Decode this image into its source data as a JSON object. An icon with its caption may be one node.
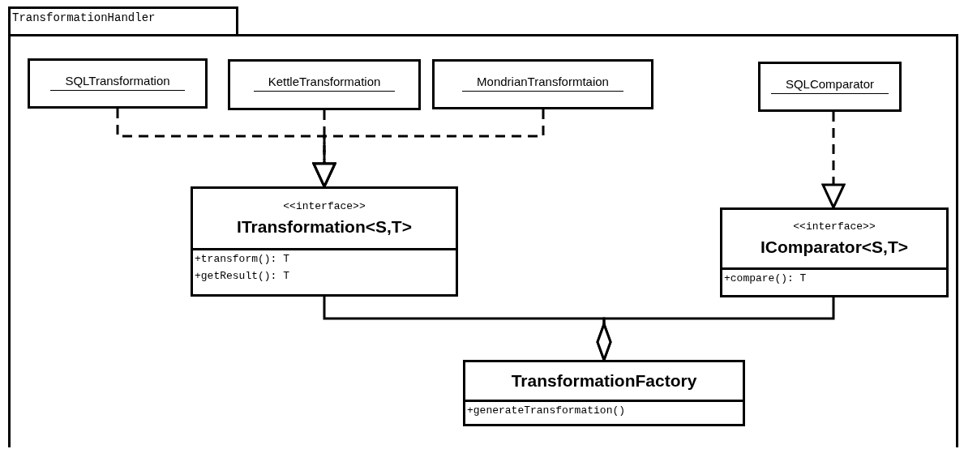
{
  "diagram": {
    "nodes": [
      {
        "text": [
          "TransformationHandler"
        ]
      },
      {
        "text": [
          "SQLTransformation"
        ],
        "in": 0
      },
      {
        "text": [
          "KettleTransformation"
        ],
        "in": 0
      },
      {
        "text": [
          "MondrianTransformtaion"
        ],
        "in": 0
      },
      {
        "text": [
          "SQLComparator"
        ],
        "in": 0
      },
      {
        "text": [
          "<<interface>>",
          "ITransformation<S,T>",
          "+transform(): T",
          "+getResult(): T"
        ],
        "in": 0
      },
      {
        "text": [
          "<<interface>>",
          "IComparator<S,T>",
          "+compare(): T"
        ],
        "in": 0
      },
      {
        "text": [
          "TransformationFactory",
          "+generateTransformation()"
        ],
        "in": 0
      }
    ],
    "edges": [
      {
        "from": 1,
        "to": 5,
        "arrow": "to",
        "style": "dashed"
      },
      {
        "from": 2,
        "to": 5,
        "arrow": "to",
        "style": "dashed"
      },
      {
        "from": 3,
        "to": 5,
        "arrow": "to",
        "style": "dashed"
      },
      {
        "from": 4,
        "to": 6,
        "arrow": "to",
        "style": "dashed"
      },
      {
        "from": 5,
        "to": 7,
        "arrow": "other"
      },
      {
        "from": 6,
        "to": 7,
        "arrow": "other"
      }
    ]
  }
}
